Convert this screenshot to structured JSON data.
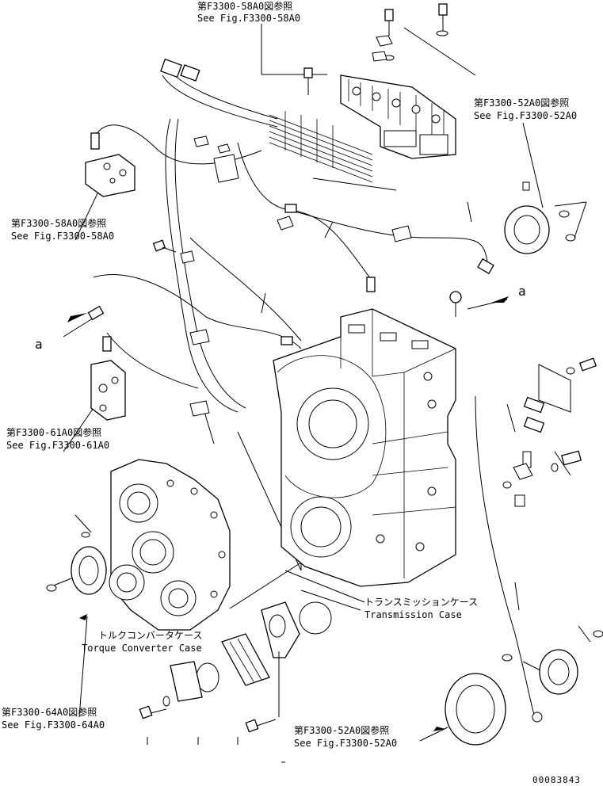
{
  "references": {
    "top": {
      "jp": "第F3300-58A0図参照",
      "en": "See Fig.F3300-58A0"
    },
    "right_upper": {
      "jp": "第F3300-52A0図参照",
      "en": "See Fig.F3300-52A0"
    },
    "left_upper": {
      "jp": "第F3300-58A0図参照",
      "en": "See Fig.F3300-58A0"
    },
    "left_middle": {
      "jp": "第F3300-61A0図参照",
      "en": "See Fig.F3300-61A0"
    },
    "left_bottom": {
      "jp": "第F3300-64A0図参照",
      "en": "See Fig.F3300-64A0"
    },
    "right_bottom": {
      "jp": "第F3300-52A0図参照",
      "en": "See Fig.F3300-52A0"
    }
  },
  "parts": {
    "transmission_case": {
      "jp": "トランスミッションケース",
      "en": "Transmission Case"
    },
    "torque_converter_case": {
      "jp": "トルクコンバータケース",
      "en": "Torque Converter Case"
    }
  },
  "markers": {
    "left": "a",
    "right": "a"
  },
  "drawing_number": "00083843"
}
